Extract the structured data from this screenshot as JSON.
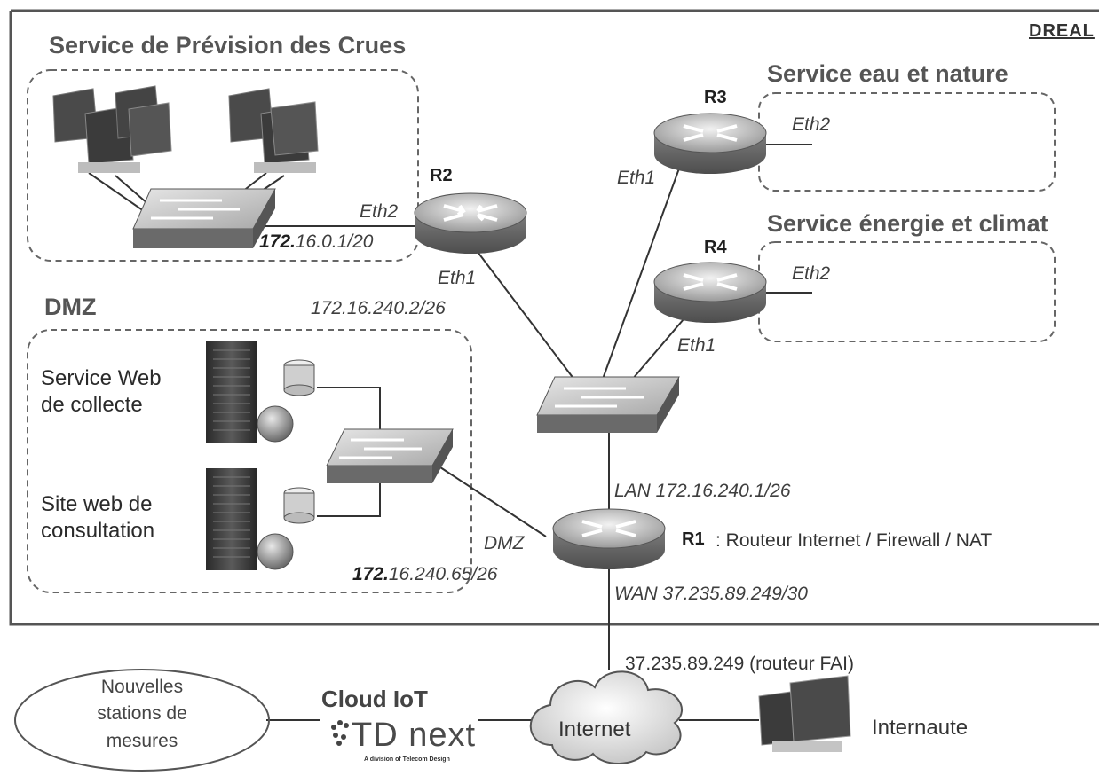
{
  "organization": "DREAL",
  "zones": {
    "spc": "Service de Prévision des Crues",
    "eau": "Service eau et nature",
    "energie": "Service énergie et climat",
    "dmz": "DMZ"
  },
  "routers": {
    "r1": {
      "name": "R1",
      "role": ": Routeur Internet / Firewall / NAT",
      "lan": "LAN 172.16.240.1/26",
      "wan": "WAN 37.235.89.249/30",
      "dmz_iface": "DMZ"
    },
    "r2": {
      "name": "R2",
      "eth2": "Eth2",
      "eth2_ip_bold": "172.",
      "eth2_ip_rest": "16.0.1/20",
      "eth1": "Eth1",
      "eth1_ip": "172.16.240.2/26"
    },
    "r3": {
      "name": "R3",
      "eth1": "Eth1",
      "eth2": "Eth2"
    },
    "r4": {
      "name": "R4",
      "eth1": "Eth1",
      "eth2": "Eth2"
    }
  },
  "dmz": {
    "server1_line1": "Service Web",
    "server1_line2": "de collecte",
    "server2_line1": "Site web de",
    "server2_line2": "consultation",
    "switch_ip_bold": "172.",
    "switch_ip_rest": "16.240.65/26"
  },
  "isp_router": "37.235.89.249 (routeur FAI)",
  "internet": "Internet",
  "internaute": "Internaute",
  "cloud_iot": {
    "title": "Cloud IoT",
    "brand": "TD next",
    "tagline": "A division of Telecom Design"
  },
  "stations": {
    "line1": "Nouvelles",
    "line2": "stations de",
    "line3": "mesures"
  }
}
